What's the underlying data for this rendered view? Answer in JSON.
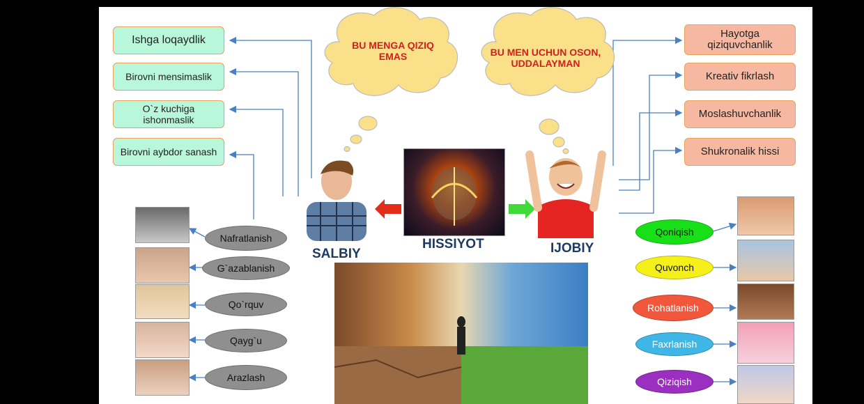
{
  "center": {
    "label": "HISSIYOT",
    "icon": "brain-icon"
  },
  "left_child": {
    "label": "SALBIY",
    "icon": "angry-boy-icon"
  },
  "right_child": {
    "label": "IJOBIY",
    "icon": "happy-boy-icon"
  },
  "thought_left": "BU MENGA QIZIQ EMAS",
  "thought_right": "BU MEN UCHUN OSON, UDDALAYMAN",
  "negative_traits": [
    "Ishga loqaydlik",
    "Birovni mensimaslik",
    "O`z kuchiga ishonmaslik",
    "Birovni aybdor sanash"
  ],
  "positive_traits": [
    "Hayotga qiziquvchanlik",
    "Kreativ fikrlash",
    "Moslashuvchanlik",
    "Shukronalik hissi"
  ],
  "negative_emotions": [
    "Nafratlanish",
    "G`azablanish",
    "Qo`rquv",
    "Qayg`u",
    "Arazlash"
  ],
  "positive_emotions": [
    {
      "label": "Qoniqish",
      "color": "#18e018"
    },
    {
      "label": "Quvonch",
      "color": "#f5f01a"
    },
    {
      "label": "Rohatlanish",
      "color": "#f2573c"
    },
    {
      "label": "Faxrlanish",
      "color": "#3fb7e6"
    },
    {
      "label": "Qiziqish",
      "color": "#9a2fc0"
    }
  ],
  "colors": {
    "line": "#4a7fc1",
    "arrow_left": "#e12d1a",
    "arrow_right": "#3fd93a",
    "cloud": "#fbe08a"
  }
}
